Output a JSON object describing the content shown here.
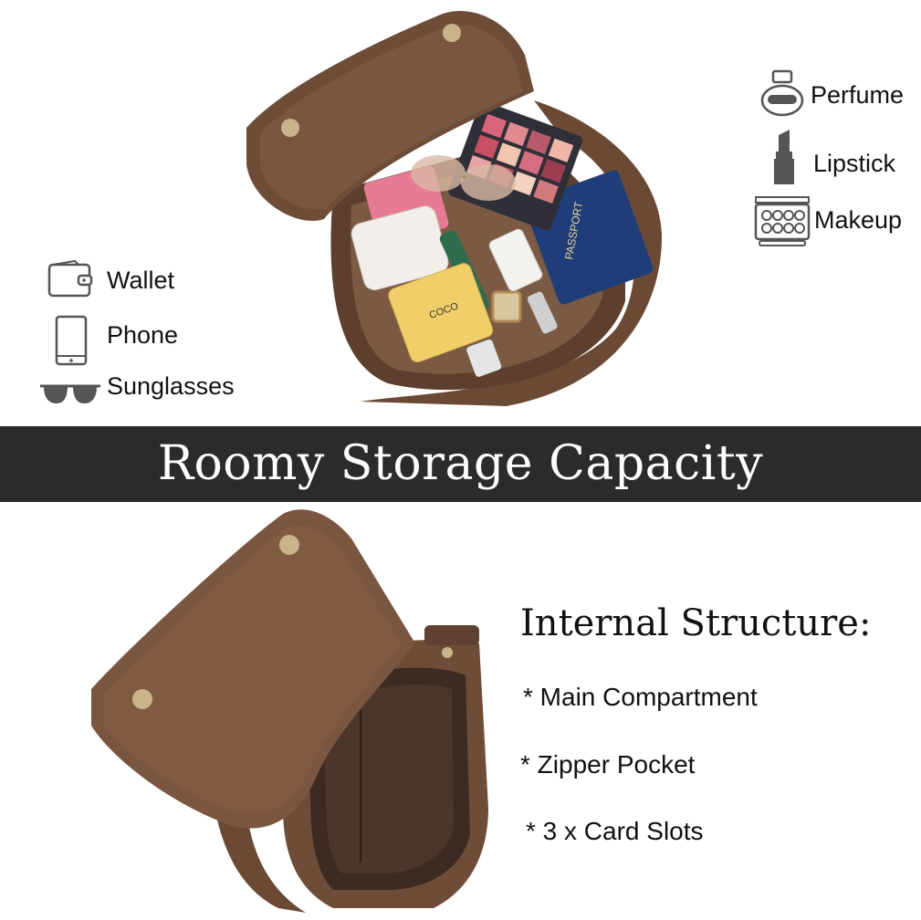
{
  "left_features": [
    {
      "icon": "wallet-icon",
      "label": "Wallet"
    },
    {
      "icon": "phone-icon",
      "label": "Phone"
    },
    {
      "icon": "sunglasses-icon",
      "label": "Sunglasses"
    }
  ],
  "right_features": [
    {
      "icon": "perfume-icon",
      "label": "Perfume"
    },
    {
      "icon": "lipstick-icon",
      "label": "Lipstick"
    },
    {
      "icon": "makeup-palette-icon",
      "label": "Makeup"
    }
  ],
  "banner": {
    "title": "Roomy Storage Capacity"
  },
  "internal_structure": {
    "title": "Internal Structure:",
    "items": [
      "* Main Compartment",
      "* Zipper Pocket",
      "* 3 x Card Slots"
    ]
  },
  "photo_labels": {
    "passport": "PASSPORT",
    "perfume": "COCO"
  },
  "colors": {
    "banner": "#2b2b2b",
    "leather": "#6e4d38",
    "leather_light": "#8b6248",
    "hardware": "#c9b48a"
  }
}
